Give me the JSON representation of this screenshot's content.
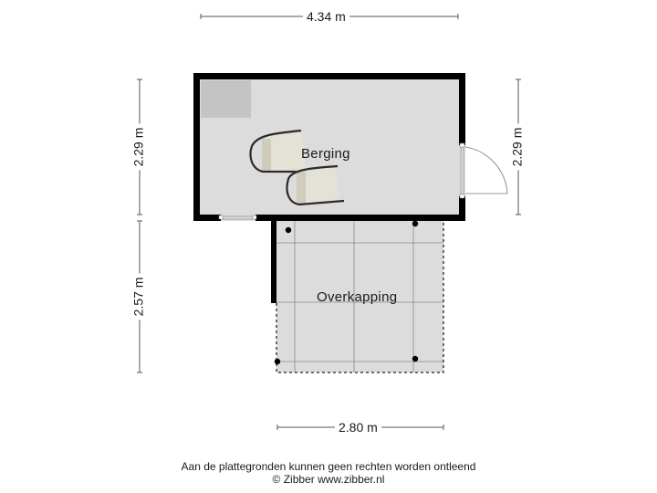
{
  "dimensions": {
    "top_width": "4.34 m",
    "left_upper_height": "2.29 m",
    "left_lower_height": "2.57 m",
    "right_height": "2.29 m",
    "bottom_width": "2.80 m"
  },
  "rooms": [
    {
      "name": "Berging"
    },
    {
      "name": "Overkapping"
    }
  ],
  "footer": {
    "disclaimer": "Aan de plattegronden kunnen geen rechten worden ontleend",
    "copyright": "© Zibber www.zibber.nl"
  },
  "colors": {
    "floor": "#dcdcdc",
    "wall": "#000000",
    "dimension_line": "#555555",
    "chair": "#e4e2d6"
  },
  "icons": [
    "armchair-icon",
    "door-swing-icon",
    "window-icon",
    "post-icon",
    "cabinet-icon"
  ]
}
